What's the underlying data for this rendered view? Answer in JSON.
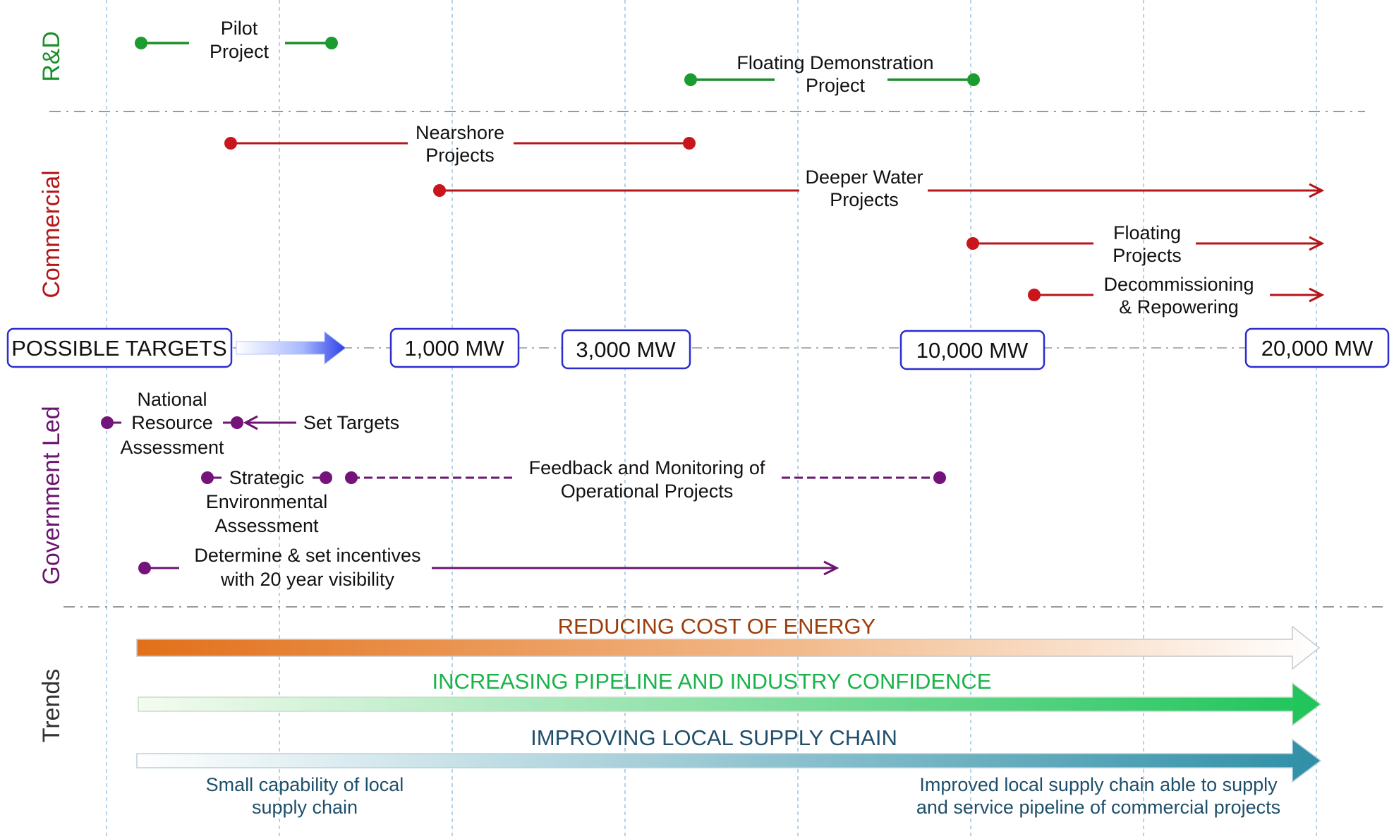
{
  "sections": {
    "rnd": {
      "label": "R&D",
      "color": "#1a8f2a"
    },
    "commercial": {
      "label": "Commercial",
      "color": "#b4161a"
    },
    "government": {
      "label": "Government Led",
      "color": "#6b1670"
    },
    "trends": {
      "label": "Trends",
      "color": "#333333"
    }
  },
  "rnd": {
    "pilot": [
      "Pilot",
      "Project"
    ],
    "floating_demo": [
      "Floating Demonstration",
      "Project"
    ]
  },
  "commercial": {
    "nearshore": [
      "Nearshore",
      "Projects"
    ],
    "deeper": [
      "Deeper Water",
      "Projects"
    ],
    "floating": [
      "Floating",
      "Projects"
    ],
    "decom": [
      "Decommissioning",
      "& Repowering"
    ]
  },
  "targets": {
    "label": "POSSIBLE TARGETS",
    "items": [
      "1,000 MW",
      "3,000 MW",
      "10,000 MW",
      "20,000 MW"
    ]
  },
  "government": {
    "nra": [
      "National",
      "Resource",
      "Assessment"
    ],
    "set_targets": "Set Targets",
    "sea": [
      "Strategic",
      "Environmental",
      "Assessment"
    ],
    "feedback": [
      "Feedback and Monitoring of",
      "Operational Projects"
    ],
    "incentives": [
      "Determine & set incentives",
      "with 20 year visibility"
    ]
  },
  "trends": {
    "cost": {
      "label": "REDUCING COST OF ENERGY",
      "color": "#9a3d0b"
    },
    "confidence": {
      "label": "INCREASING PIPELINE AND INDUSTRY CONFIDENCE",
      "color": "#19b34a"
    },
    "supply": {
      "label": "IMPROVING LOCAL SUPPLY CHAIN",
      "color": "#1f4e6b"
    },
    "left_note": [
      "Small capability of local",
      "supply chain"
    ],
    "right_note": [
      "Improved local supply chain able to supply",
      "and service pipeline of commercial projects"
    ]
  }
}
